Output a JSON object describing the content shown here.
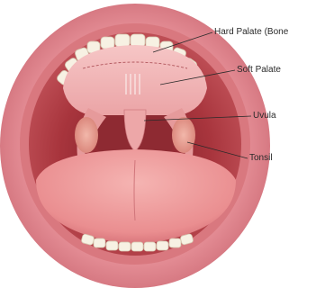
{
  "labels": {
    "hard_palate": "Hard Palate (Bone",
    "soft_palate": "Soft Palate",
    "uvula": "Uvula",
    "tonsil": "Tonsil"
  },
  "colors": {
    "lip": "#e8939a",
    "lip_shadow": "#c96a72",
    "mouth_cavity": "#b83e45",
    "throat": "#8e2a32",
    "palate": "#f1b3b4",
    "tongue": "#ef9c9c",
    "teeth": "#f7f1e3",
    "tonsil": "#e89a8f",
    "leader_line": "#2a2a2a"
  }
}
